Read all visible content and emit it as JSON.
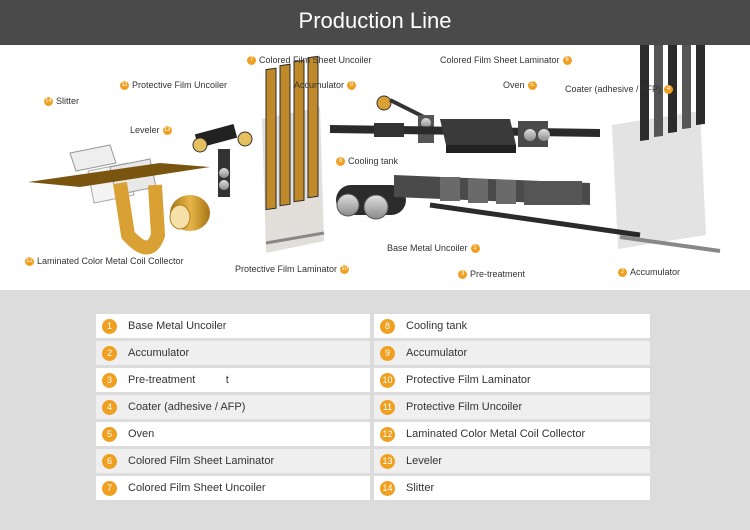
{
  "title": "Production Line",
  "diagram_labels": [
    {
      "num": "1",
      "text": "Base Metal Uncoiler"
    },
    {
      "num": "2",
      "text": "Accumulator"
    },
    {
      "num": "3",
      "text": "Pre-treatment"
    },
    {
      "num": "4",
      "text": "Coater (adhesive / AFP)"
    },
    {
      "num": "5",
      "text": "Oven"
    },
    {
      "num": "6",
      "text": "Colored Film Sheet Laminator"
    },
    {
      "num": "7",
      "text": "Colored Film Sheet Uncoiler"
    },
    {
      "num": "8",
      "text": "Cooling tank"
    },
    {
      "num": "9",
      "text": "Accumulator"
    },
    {
      "num": "10",
      "text": "Protective Film Laminator"
    },
    {
      "num": "11",
      "text": "Protective Film Uncoiler"
    },
    {
      "num": "12",
      "text": "Laminated Color Metal Coil Collector"
    },
    {
      "num": "13",
      "text": "Leveler"
    },
    {
      "num": "14",
      "text": "Slitter"
    }
  ],
  "legend": {
    "left": [
      {
        "num": "1",
        "text": "Base Metal Uncoiler"
      },
      {
        "num": "2",
        "text": "Accumulator"
      },
      {
        "num": "3",
        "text": "Pre-treatment          t"
      },
      {
        "num": "4",
        "text": "Coater (adhesive / AFP)"
      },
      {
        "num": "5",
        "text": "Oven"
      },
      {
        "num": "6",
        "text": "Colored Film Sheet Laminator"
      },
      {
        "num": "7",
        "text": "Colored Film Sheet Uncoiler"
      }
    ],
    "right": [
      {
        "num": "8",
        "text": "Cooling tank"
      },
      {
        "num": "9",
        "text": "Accumulator"
      },
      {
        "num": "10",
        "text": "Protective Film Laminator"
      },
      {
        "num": "11",
        "text": "Protective Film Uncoiler"
      },
      {
        "num": "12",
        "text": "Laminated Color Metal Coil Collector"
      },
      {
        "num": "13",
        "text": "Leveler"
      },
      {
        "num": "14",
        "text": "Slitter"
      }
    ]
  },
  "colors": {
    "accent": "#f0a020",
    "header": "#4a4a4a",
    "coil_gold": "#d9a133",
    "machine_dark": "#2b2b2b"
  }
}
